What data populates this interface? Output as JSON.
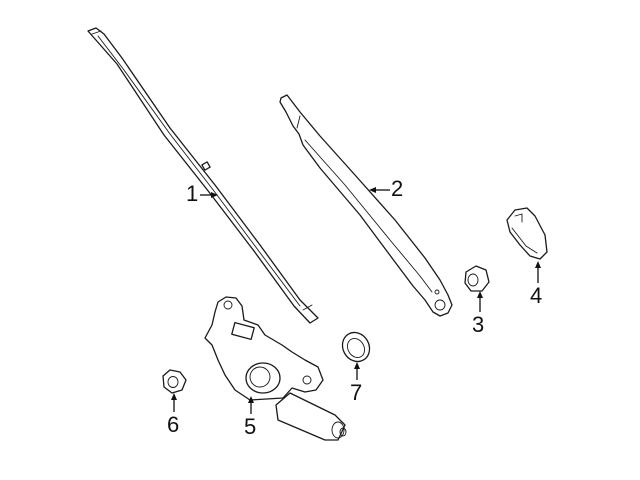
{
  "diagram": {
    "type": "exploded parts diagram",
    "subject": "rear wiper assembly",
    "background": "#ffffff",
    "line_color": "#1a1a1a",
    "parts": [
      {
        "id": 1,
        "label": "1",
        "name": "wiper blade"
      },
      {
        "id": 2,
        "label": "2",
        "name": "wiper arm"
      },
      {
        "id": 3,
        "label": "3",
        "name": "arm nut"
      },
      {
        "id": 4,
        "label": "4",
        "name": "arm cap"
      },
      {
        "id": 5,
        "label": "5",
        "name": "wiper motor"
      },
      {
        "id": 6,
        "label": "6",
        "name": "motor nut"
      },
      {
        "id": 7,
        "label": "7",
        "name": "grommet"
      }
    ]
  }
}
